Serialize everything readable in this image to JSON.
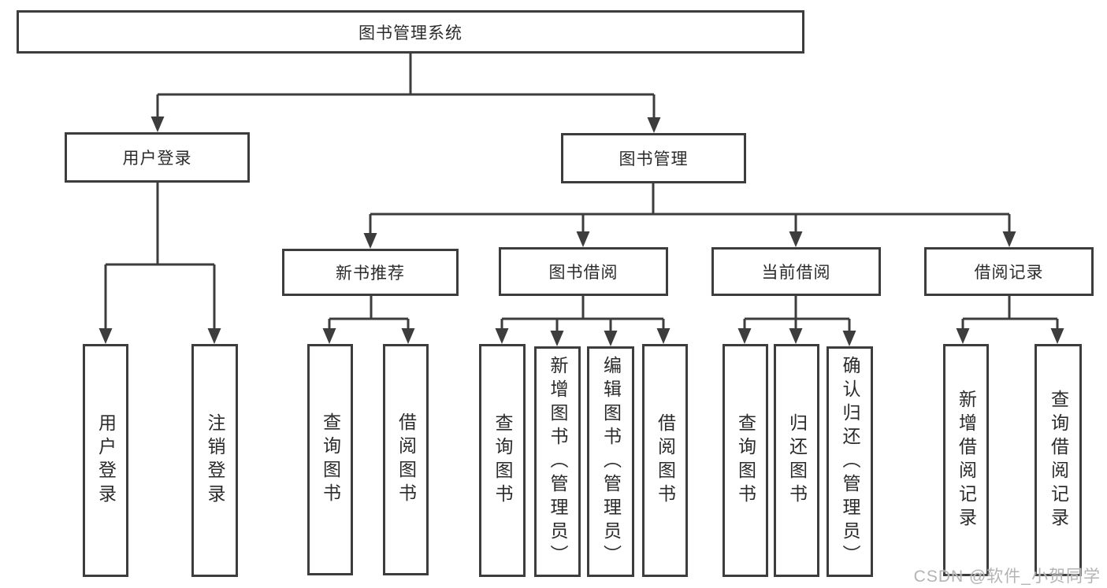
{
  "tree": {
    "root": "图书管理系统",
    "branches": [
      {
        "label": "用户登录",
        "children": [
          "用户登录",
          "注销登录"
        ]
      },
      {
        "label": "图书管理",
        "children": [
          {
            "label": "新书推荐",
            "children": [
              "查询图书",
              "借阅图书"
            ]
          },
          {
            "label": "图书借阅",
            "children": [
              "查询图书",
              "新增图书（管理员）",
              "编辑图书（管理员）",
              "借阅图书"
            ]
          },
          {
            "label": "当前借阅",
            "children": [
              "查询图书",
              "归还图书",
              "确认归还（管理员）"
            ]
          },
          {
            "label": "借阅记录",
            "children": [
              "新增借阅记录",
              "查询借阅记录"
            ]
          }
        ]
      }
    ]
  },
  "watermark": "CSDN @软件_小贺同学",
  "colors": {
    "line": "#3d3d3d",
    "box_border": "#3d3d3d",
    "text": "#2b2b2b",
    "watermark": "#b4b4b4",
    "background": "#ffffff"
  }
}
